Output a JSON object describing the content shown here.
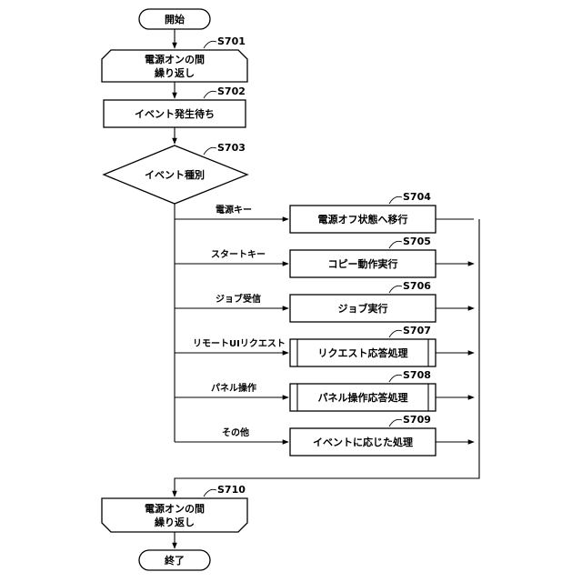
{
  "nodes": {
    "start": {
      "label": "開始"
    },
    "loop_start": {
      "step": "S701",
      "line1": "電源オンの間",
      "line2": "繰り返し"
    },
    "wait": {
      "step": "S702",
      "label": "イベント発生待ち"
    },
    "decision": {
      "step": "S703",
      "label": "イベント種別"
    },
    "power_off": {
      "step": "S704",
      "label": "電源オフ状態へ移行"
    },
    "copy": {
      "step": "S705",
      "label": "コピー動作実行"
    },
    "job_exec": {
      "step": "S706",
      "label": "ジョブ実行"
    },
    "request": {
      "step": "S707",
      "label": "リクエスト応答処理"
    },
    "panel": {
      "step": "S708",
      "label": "パネル操作応答処理"
    },
    "other": {
      "step": "S709",
      "label": "イベントに応じた処理"
    },
    "loop_end": {
      "step": "S710",
      "line1": "電源オンの間",
      "line2": "繰り返し"
    },
    "end": {
      "label": "終了"
    }
  },
  "branches": {
    "power_key": "電源キー",
    "start_key": "スタートキー",
    "job_receive": "ジョブ受信",
    "remote_ui": "リモートUIリクエスト",
    "panel_op": "パネル操作",
    "other": "その他"
  }
}
